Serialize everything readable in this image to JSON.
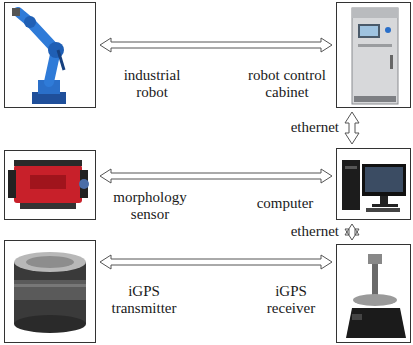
{
  "diagram": {
    "nodes": [
      {
        "text": [
          "industrial robot"
        ]
      },
      {
        "text": [
          "robot control cabinet"
        ]
      },
      {
        "text": [
          "morphology sensor"
        ]
      },
      {
        "text": [
          "computer"
        ]
      },
      {
        "text": [
          "iGPS transmitter"
        ]
      },
      {
        "text": [
          "iGPS receiver"
        ]
      }
    ],
    "edges": [
      {
        "from": 0,
        "to": 1,
        "arrow": "both"
      },
      {
        "from": 1,
        "to": 3,
        "arrow": "both",
        "label": "ethernet"
      },
      {
        "from": 2,
        "to": 3,
        "arrow": "both"
      },
      {
        "from": 3,
        "to": 5,
        "arrow": "both",
        "label": "ethernet"
      },
      {
        "from": 4,
        "to": 5,
        "arrow": "both"
      }
    ]
  }
}
